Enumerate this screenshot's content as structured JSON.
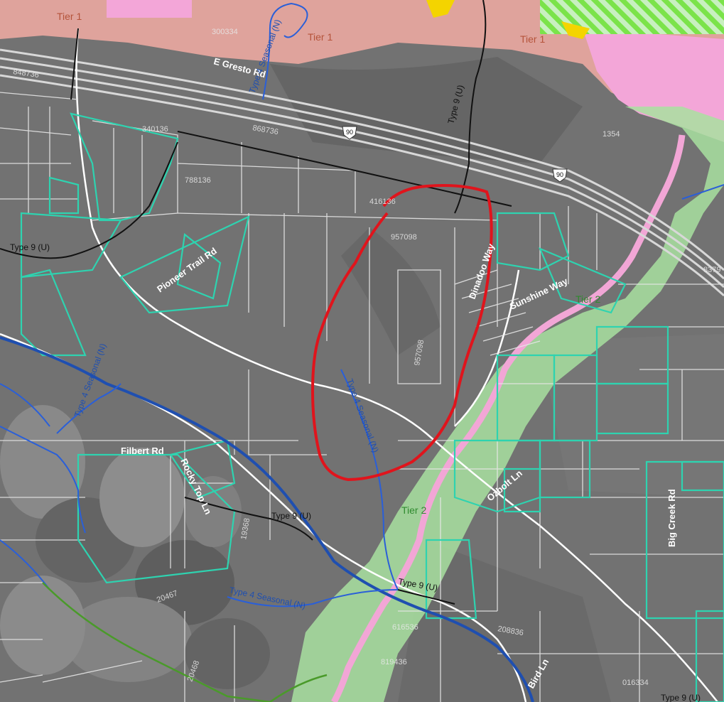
{
  "map": {
    "tiers": [
      "Tier 1",
      "Tier 1",
      "Tier 1",
      "Tier 2",
      "Tier 2"
    ],
    "parcels": [
      "300334",
      "848736",
      "340136",
      "868736",
      "788136",
      "1354",
      "416136",
      "957098",
      "957098",
      "20467",
      "20468",
      "616536",
      "208836",
      "819436",
      "016334",
      "8379",
      "19368"
    ],
    "roads": [
      "E Gresto Rd",
      "Pioneer Trail Rd",
      "Filbert Rd",
      "Rocky Top Ln",
      "Big Creek Rd",
      "Ozbolt Ln",
      "Sunshine Way",
      "Dinadoo Way",
      "Bird Ln"
    ],
    "streams": [
      "Type 4 Seasonal (N)",
      "Type 4 Seasonal (N)",
      "Type 4 Seasonal (N)",
      "Type 4 Seasonal (N)"
    ],
    "type9": [
      "Type 9 (U)",
      "Type 9 (U)",
      "Type 9 (U)",
      "Type 9 (U)",
      "Type 9 (U)"
    ],
    "highway": [
      "90",
      "90"
    ],
    "colors": {
      "hillshade": "#6b6b6b",
      "tier1": "#e8a7a0",
      "tier1_pink": "#f3a6d8",
      "tier2": "#a8e0a0",
      "river": "#f2a6d6",
      "stream": "#2a5fd8",
      "type9": "#111111",
      "parcel_line": "#e6e6e6",
      "parcel_highlight": "#2ed3b0",
      "boundary": "#e0141c",
      "trail": "#4a9a2a"
    }
  }
}
